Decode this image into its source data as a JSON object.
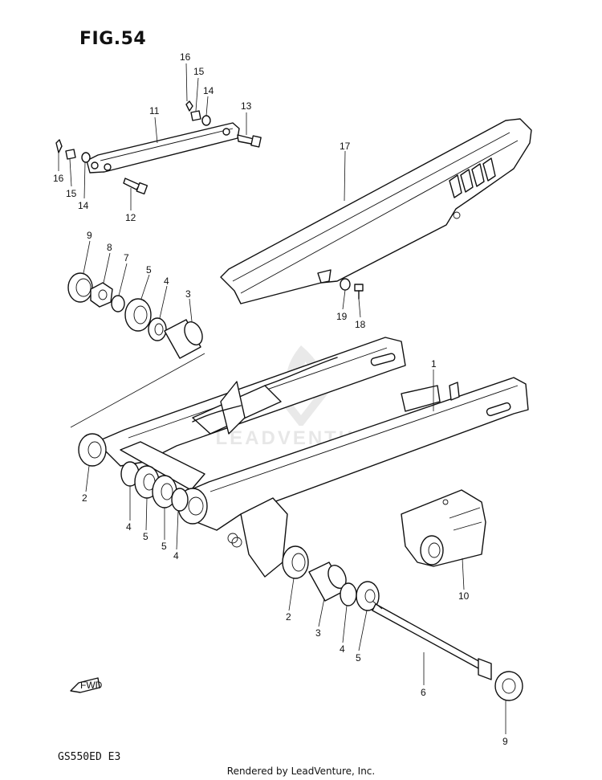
{
  "figure": {
    "title": "FIG.54",
    "model_code": "GS550ED  E3",
    "render_credit": "Rendered by LeadVenture, Inc.",
    "watermark_text": "LEADVENTURE",
    "fwd_label": "FWD"
  },
  "callouts": [
    {
      "id": "16a",
      "text": "16"
    },
    {
      "id": "15a",
      "text": "15"
    },
    {
      "id": "14a",
      "text": "14"
    },
    {
      "id": "11",
      "text": "11"
    },
    {
      "id": "13",
      "text": "13"
    },
    {
      "id": "16b",
      "text": "16"
    },
    {
      "id": "15b",
      "text": "15"
    },
    {
      "id": "14b",
      "text": "14"
    },
    {
      "id": "12",
      "text": "12"
    },
    {
      "id": "17",
      "text": "17"
    },
    {
      "id": "9a",
      "text": "9"
    },
    {
      "id": "8",
      "text": "8"
    },
    {
      "id": "7",
      "text": "7"
    },
    {
      "id": "5a",
      "text": "5"
    },
    {
      "id": "4a",
      "text": "4"
    },
    {
      "id": "3a",
      "text": "3"
    },
    {
      "id": "19",
      "text": "19"
    },
    {
      "id": "18",
      "text": "18"
    },
    {
      "id": "1",
      "text": "1"
    },
    {
      "id": "2a",
      "text": "2"
    },
    {
      "id": "4b",
      "text": "4"
    },
    {
      "id": "5b",
      "text": "5"
    },
    {
      "id": "5c",
      "text": "5"
    },
    {
      "id": "4c",
      "text": "4"
    },
    {
      "id": "10",
      "text": "10"
    },
    {
      "id": "2b",
      "text": "2"
    },
    {
      "id": "3b",
      "text": "3"
    },
    {
      "id": "4d",
      "text": "4"
    },
    {
      "id": "5d",
      "text": "5"
    },
    {
      "id": "6",
      "text": "6"
    },
    {
      "id": "9b",
      "text": "9"
    }
  ]
}
